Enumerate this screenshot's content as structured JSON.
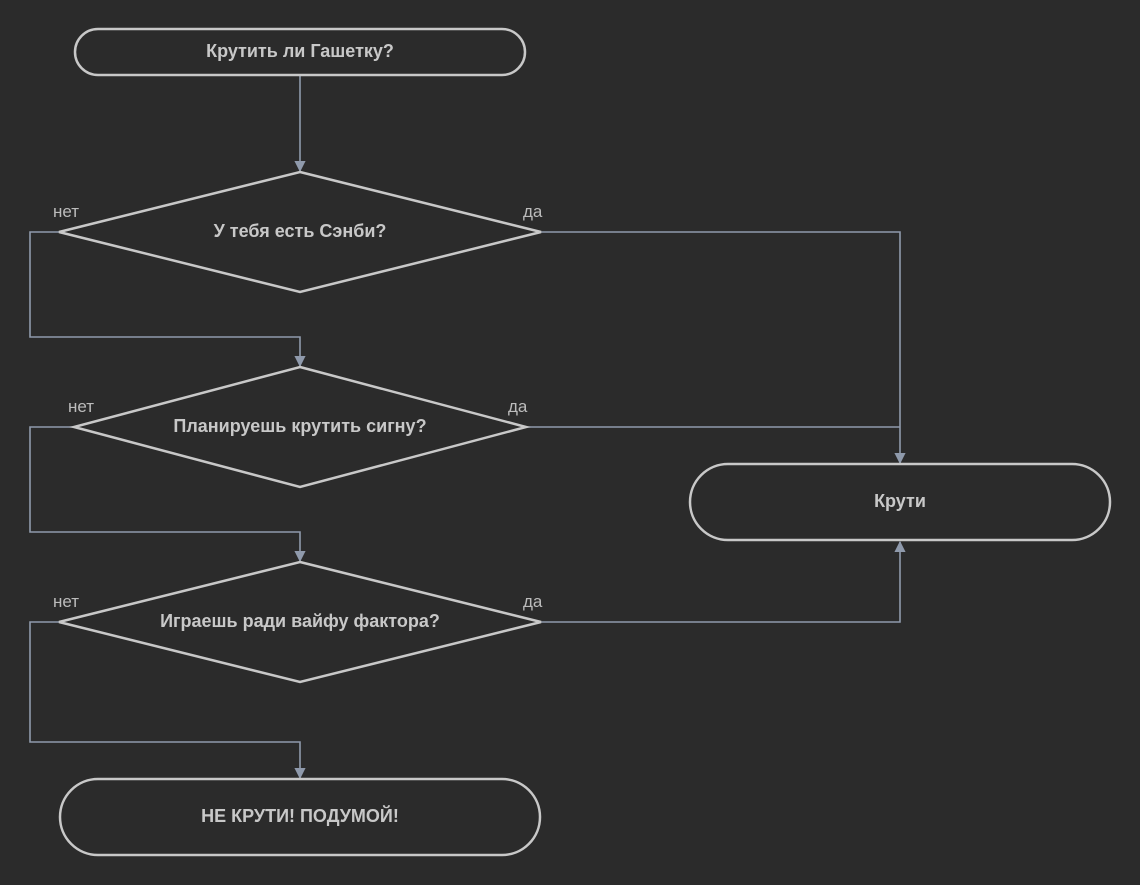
{
  "colors": {
    "background": "#2b2b2b",
    "node_stroke": "#c8c8c8",
    "edge": "#8f9aac",
    "text": "#c8c8c8"
  },
  "nodes": {
    "start": "Крутить ли Гашетку?",
    "q1": "У тебя есть Сэнби?",
    "q2": "Планируешь крутить сигну?",
    "q3": "Играешь ради вайфу фактора?",
    "yes_result": "Крути",
    "no_result": "НЕ КРУТИ! ПОДУМОЙ!"
  },
  "edge_labels": {
    "q1_no": "нет",
    "q1_yes": "да",
    "q2_no": "нет",
    "q2_yes": "да",
    "q3_no": "нет",
    "q3_yes": "да"
  }
}
